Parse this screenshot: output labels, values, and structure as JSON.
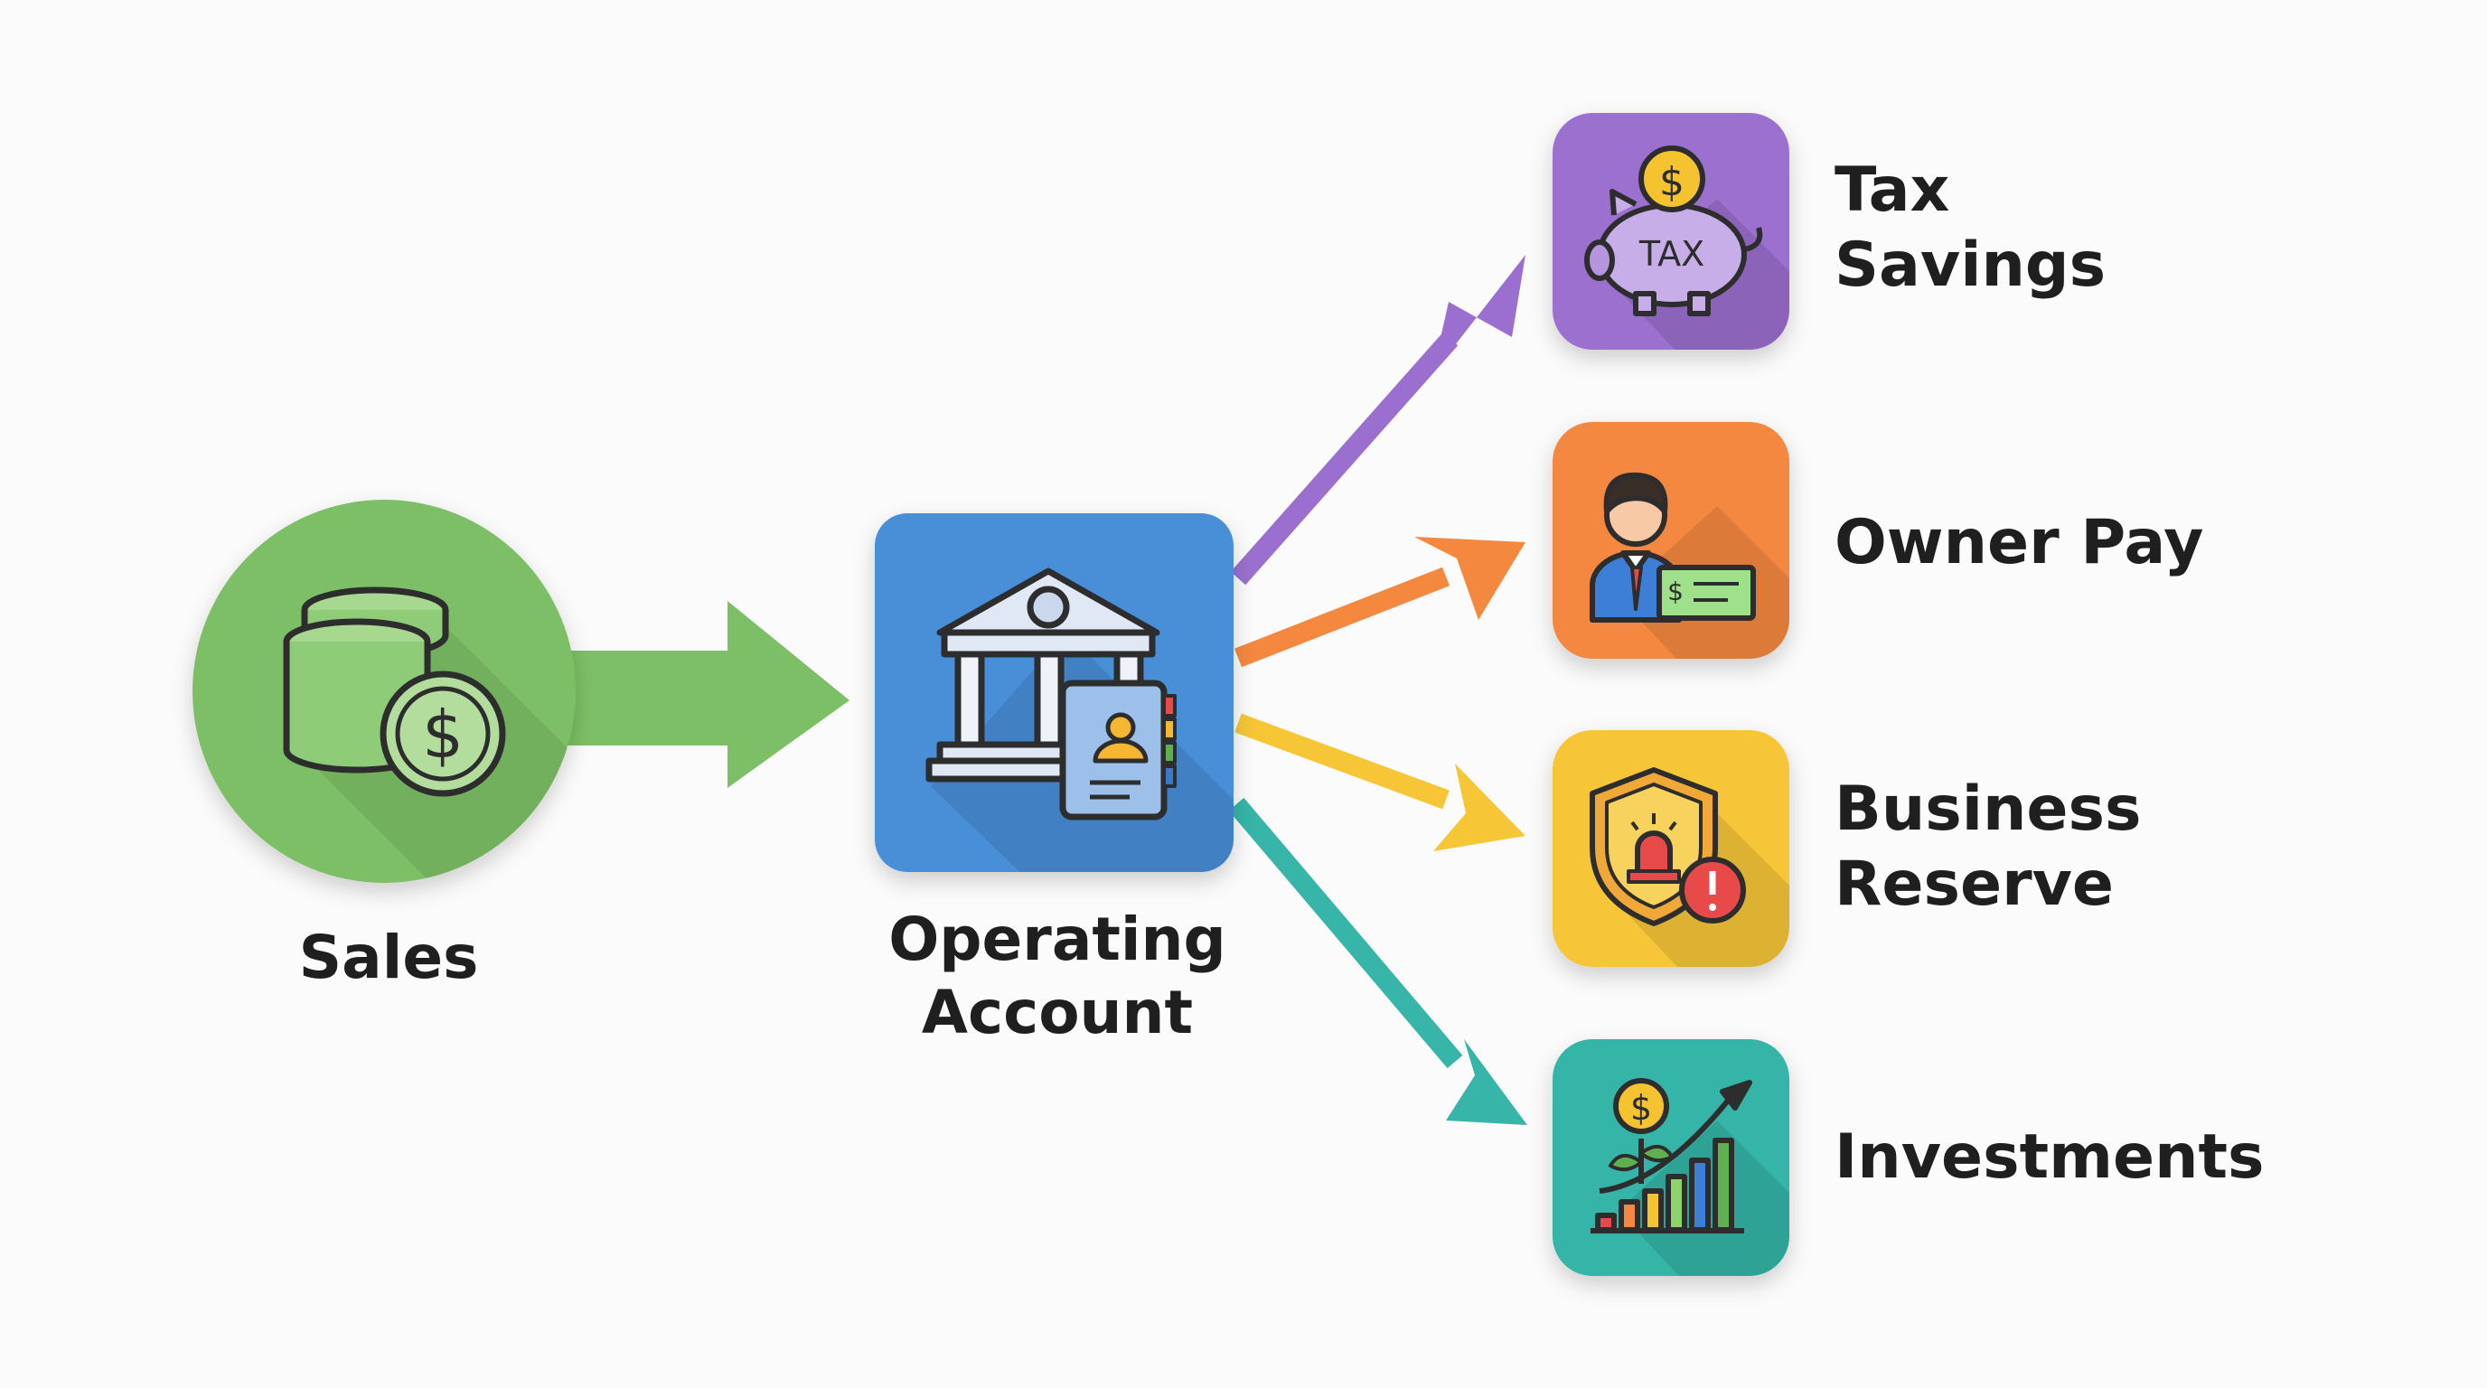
{
  "nodes": {
    "sales": {
      "label": "Sales",
      "color": "#7dbf66",
      "icon": "coins-stack-dollar-icon"
    },
    "operating": {
      "line1": "Operating",
      "line2": "Account",
      "color": "#4a8fd8",
      "icon": "bank-building-icon"
    },
    "tax": {
      "line1": "Tax",
      "line2": "Savings",
      "color": "#9b6fcf",
      "icon": "piggy-bank-icon",
      "icon_text": "TAX"
    },
    "owner": {
      "label": "Owner Pay",
      "color": "#f5883f",
      "icon": "person-with-check-icon"
    },
    "reserve": {
      "line1": "Business",
      "line2": "Reserve",
      "color": "#f6c637",
      "icon": "shield-alert-icon"
    },
    "investments": {
      "label": "Investments",
      "color": "#36b5a8",
      "icon": "growth-chart-icon"
    }
  },
  "arrows": {
    "sales_to_operating": "#7dbf66",
    "to_tax": "#9b6fcf",
    "to_owner": "#f5883f",
    "to_reserve": "#f6c637",
    "to_investments": "#36b5a8"
  },
  "icon_dollar_sign": "$"
}
